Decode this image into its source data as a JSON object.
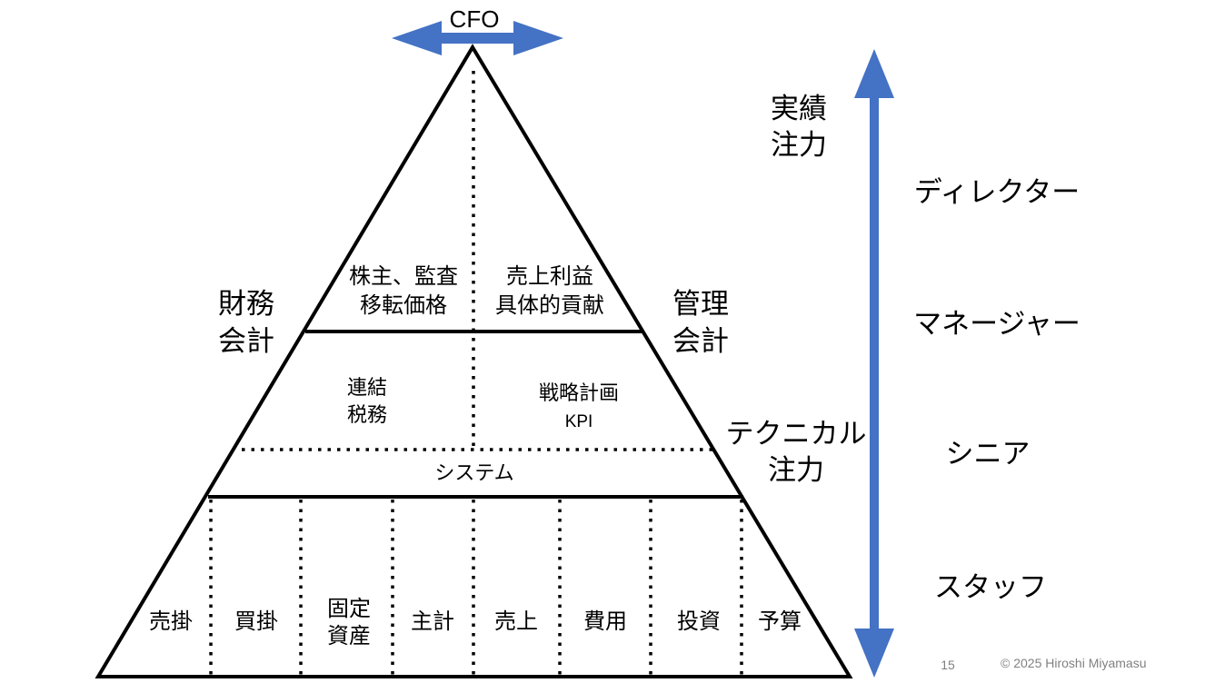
{
  "top": {
    "label": "CFO"
  },
  "left_side": {
    "line1": "財務",
    "line2": "会計"
  },
  "right_side": {
    "line1": "管理",
    "line2": "会計"
  },
  "tiers": {
    "top_left": {
      "line1": "株主、監査",
      "line2": "移転価格"
    },
    "top_right": {
      "line1": "売上利益",
      "line2": "具体的貢献"
    },
    "mid_left": {
      "line1": "連結",
      "line2": "税務"
    },
    "mid_right": {
      "line1": "戦略計画",
      "line2": "KPI"
    },
    "system": "システム",
    "bottom": [
      {
        "line1": "売掛"
      },
      {
        "line1": "買掛"
      },
      {
        "line1": "固定",
        "line2": "資産"
      },
      {
        "line1": "主計"
      },
      {
        "line1": "売上"
      },
      {
        "line1": "費用"
      },
      {
        "line1": "投資"
      },
      {
        "line1": "予算"
      }
    ]
  },
  "focus": {
    "results": {
      "line1": "実績",
      "line2": "注力"
    },
    "technical": {
      "line1": "テクニカル",
      "line2": "注力"
    }
  },
  "levels": [
    "ディレクター",
    "マネージャー",
    "シニア",
    "スタッフ"
  ],
  "footer": {
    "page": "15",
    "copyright": "© 2025 Hiroshi Miyamasu"
  },
  "colors": {
    "arrow": "#4472C4",
    "line": "#000000"
  }
}
